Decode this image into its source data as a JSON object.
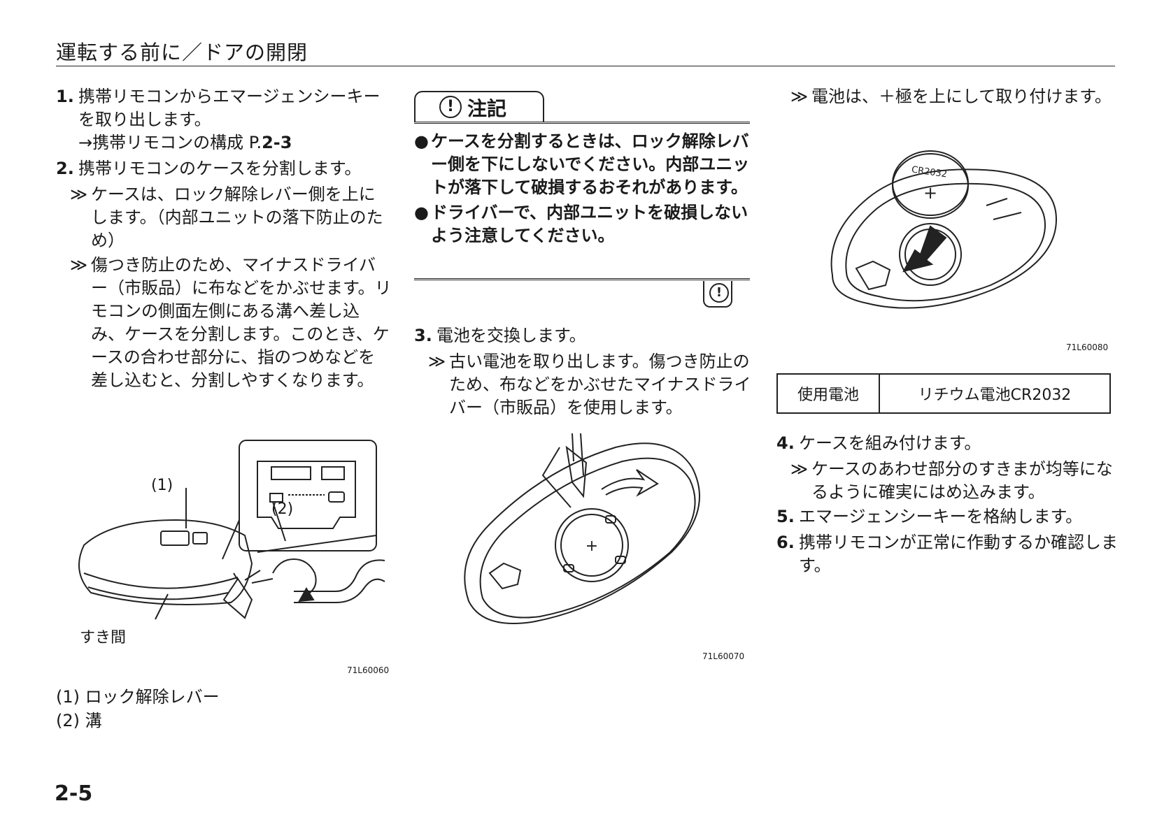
{
  "header": {
    "title": "運転する前に／ドアの開閉"
  },
  "column1": {
    "step1": {
      "num": "1.",
      "text": "携帯リモコンからエマージェンシーキーを取り出します。",
      "ref_prefix": "→携帯リモコンの構成 P.",
      "ref_page": "2-3"
    },
    "step2": {
      "num": "2.",
      "text": "携帯リモコンのケースを分割します。",
      "notes": [
        "ケースは、ロック解除レバー側を上にします。（内部ユニットの落下防止のため）",
        "傷つき防止のため、マイナスドライバー（市販品）に布などをかぶせます。リモコンの側面左側にある溝へ差し込み、ケースを分割します。このとき、ケースの合わせ部分に、指のつめなどを差し込むと、分割しやすくなります。"
      ]
    },
    "figure": {
      "code": "71L60060",
      "callout1": "(1)",
      "callout2": "(2)",
      "gap_label": "すき間"
    },
    "legend": [
      "(1) ロック解除レバー",
      "(2) 溝"
    ]
  },
  "caution": {
    "icon": "!",
    "label": "注記",
    "items": [
      "ケースを分割するときは、ロック解除レバー側を下にしないでください。内部ユニットが落下して破損するおそれがあります。",
      "ドライバーで、内部ユニットを破損しないよう注意してください。"
    ]
  },
  "column2": {
    "step3": {
      "num": "3.",
      "text": "電池を交換します。",
      "note": "古い電池を取り出します。傷つき防止のため、布などをかぶせたマイナスドライバー（市販品）を使用します。"
    },
    "figure": {
      "code": "71L60070",
      "plus": "+"
    }
  },
  "column3": {
    "note_top": "電池は、＋極を上にして取り付けます。",
    "figure": {
      "code": "71L60080",
      "battery_label": "CR2032",
      "plus": "+"
    },
    "spec_table": {
      "label": "使用電池",
      "value": "リチウム電池CR2032"
    },
    "step4": {
      "num": "4.",
      "text": "ケースを組み付けます。",
      "note": "ケースのあわせ部分のすきまが均等になるように確実にはめ込みます。"
    },
    "step5": {
      "num": "5.",
      "text": "エマージェンシーキーを格納します。"
    },
    "step6": {
      "num": "6.",
      "text": "携帯リモコンが正常に作動するか確認します。"
    }
  },
  "note_mark": "≫",
  "bullet_mark": "●",
  "footer": {
    "page_number": "2-5"
  }
}
